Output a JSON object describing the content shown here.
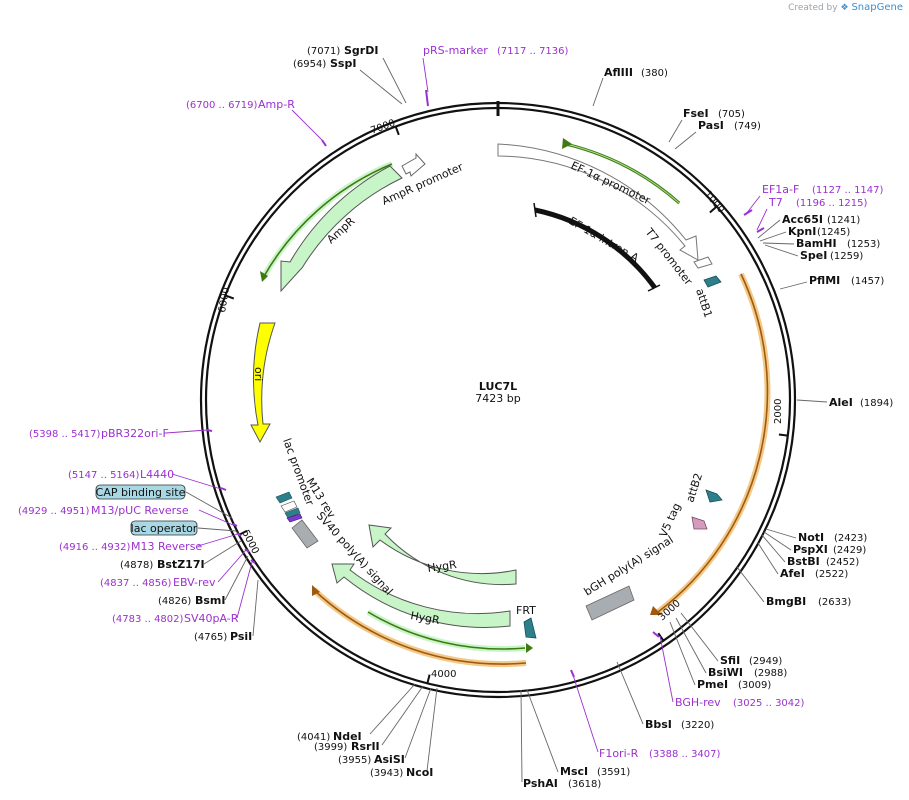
{
  "credit": {
    "prefix": "Created by",
    "brand": "SnapGene"
  },
  "plasmid": {
    "name": "LUC7L",
    "size_label": "7423 bp",
    "length": 7423
  },
  "ticks": [
    {
      "pos": 1000,
      "label": "1000"
    },
    {
      "pos": 2000,
      "label": "2000"
    },
    {
      "pos": 3000,
      "label": "3000"
    },
    {
      "pos": 4000,
      "label": "4000"
    },
    {
      "pos": 5000,
      "label": "5000"
    },
    {
      "pos": 6000,
      "label": "6000"
    },
    {
      "pos": 7000,
      "label": "7000"
    }
  ],
  "enzymes": [
    {
      "name": "SgrDI",
      "pos": "(7071)"
    },
    {
      "name": "SspI",
      "pos": "(6954)"
    },
    {
      "name": "AflIII",
      "pos": "(380)"
    },
    {
      "name": "FseI",
      "pos": "(705)"
    },
    {
      "name": "PasI",
      "pos": "(749)"
    },
    {
      "name": "Acc65I",
      "pos": "(1241)"
    },
    {
      "name": "KpnI",
      "pos": "(1245)"
    },
    {
      "name": "BamHI",
      "pos": "(1253)"
    },
    {
      "name": "SpeI",
      "pos": "(1259)"
    },
    {
      "name": "PflMI",
      "pos": "(1457)"
    },
    {
      "name": "AleI",
      "pos": "(1894)"
    },
    {
      "name": "NotI",
      "pos": "(2423)"
    },
    {
      "name": "PspXI",
      "pos": "(2429)"
    },
    {
      "name": "BstBI",
      "pos": "(2452)"
    },
    {
      "name": "AfeI",
      "pos": "(2522)"
    },
    {
      "name": "BmgBI",
      "pos": "(2633)"
    },
    {
      "name": "SfiI",
      "pos": "(2949)"
    },
    {
      "name": "BsiWI",
      "pos": "(2988)"
    },
    {
      "name": "PmeI",
      "pos": "(3009)"
    },
    {
      "name": "BbsI",
      "pos": "(3220)"
    },
    {
      "name": "MscI",
      "pos": "(3591)"
    },
    {
      "name": "PshAI",
      "pos": "(3618)"
    },
    {
      "name": "NdeI",
      "pos": "(4041)"
    },
    {
      "name": "RsrII",
      "pos": "(3999)"
    },
    {
      "name": "AsiSI",
      "pos": "(3955)"
    },
    {
      "name": "NcoI",
      "pos": "(3943)"
    },
    {
      "name": "BstZ17I",
      "pos": "(4878)"
    },
    {
      "name": "BsmI",
      "pos": "(4826)"
    },
    {
      "name": "PsiI",
      "pos": "(4765)"
    }
  ],
  "primers": [
    {
      "name": "pRS-marker",
      "range": "(7117 .. 7136)"
    },
    {
      "name": "Amp-R",
      "range": "(6700 .. 6719)"
    },
    {
      "name": "EF1a-F",
      "range": "(1127 .. 1147)"
    },
    {
      "name": "T7",
      "range": "(1196 .. 1215)"
    },
    {
      "name": "BGH-rev",
      "range": "(3025 .. 3042)"
    },
    {
      "name": "F1ori-R",
      "range": "(3388 .. 3407)"
    },
    {
      "name": "pBR322ori-F",
      "range": "(5398 .. 5417)"
    },
    {
      "name": "L4440",
      "range": "(5147 .. 5164)"
    },
    {
      "name": "M13/pUC Reverse",
      "range": "(4929 .. 4951)"
    },
    {
      "name": "M13 Reverse",
      "range": "(4916 .. 4932)"
    },
    {
      "name": "EBV-rev",
      "range": "(4837 .. 4856)"
    },
    {
      "name": "SV40pA-R",
      "range": "(4783 .. 4802)"
    }
  ],
  "boxed_features": [
    {
      "name": "CAP binding site"
    },
    {
      "name": "lac operator"
    }
  ],
  "features": [
    {
      "name": "EF-1α promoter"
    },
    {
      "name": "EF-1α intron A"
    },
    {
      "name": "T7 promoter"
    },
    {
      "name": "attB1"
    },
    {
      "name": "attB2"
    },
    {
      "name": "V5 tag"
    },
    {
      "name": "bGH poly(A) signal"
    },
    {
      "name": "FRT"
    },
    {
      "name": "HygR"
    },
    {
      "name": "HygR"
    },
    {
      "name": "SV40 poly(A) signal"
    },
    {
      "name": "M13 rev"
    },
    {
      "name": "lac promoter"
    },
    {
      "name": "ori"
    },
    {
      "name": "AmpR"
    },
    {
      "name": "AmpR promoter"
    }
  ],
  "colors": {
    "primer": "#9b30d0",
    "feature_green": "#c8f5c8",
    "ori_yellow": "#ffff00",
    "gray_feature": "#a8adb2",
    "teal": "#2d7f8c",
    "pink": "#d59bbf",
    "lightblue_box": "#a8d8e4"
  }
}
